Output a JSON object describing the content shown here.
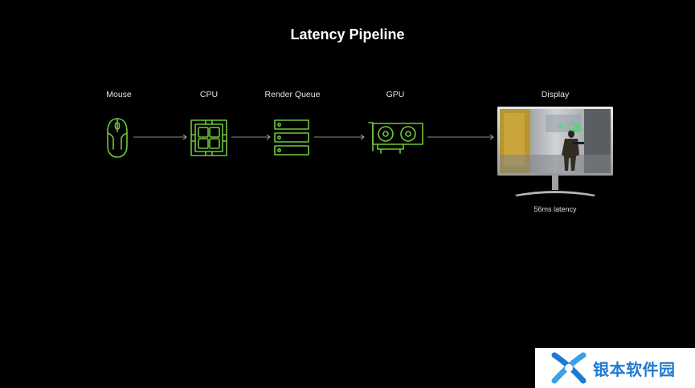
{
  "title": "Latency Pipeline",
  "stages": [
    {
      "label": "Mouse"
    },
    {
      "label": "CPU"
    },
    {
      "label": "Render Queue"
    },
    {
      "label": "GPU"
    },
    {
      "label": "Display"
    }
  ],
  "display": {
    "latency": "56ms latency"
  },
  "watermark": {
    "text": "银本软件园"
  },
  "colors": {
    "icon_stroke": "#6fc63c",
    "background": "#000000",
    "watermark_blue": "#1e7ad2"
  }
}
